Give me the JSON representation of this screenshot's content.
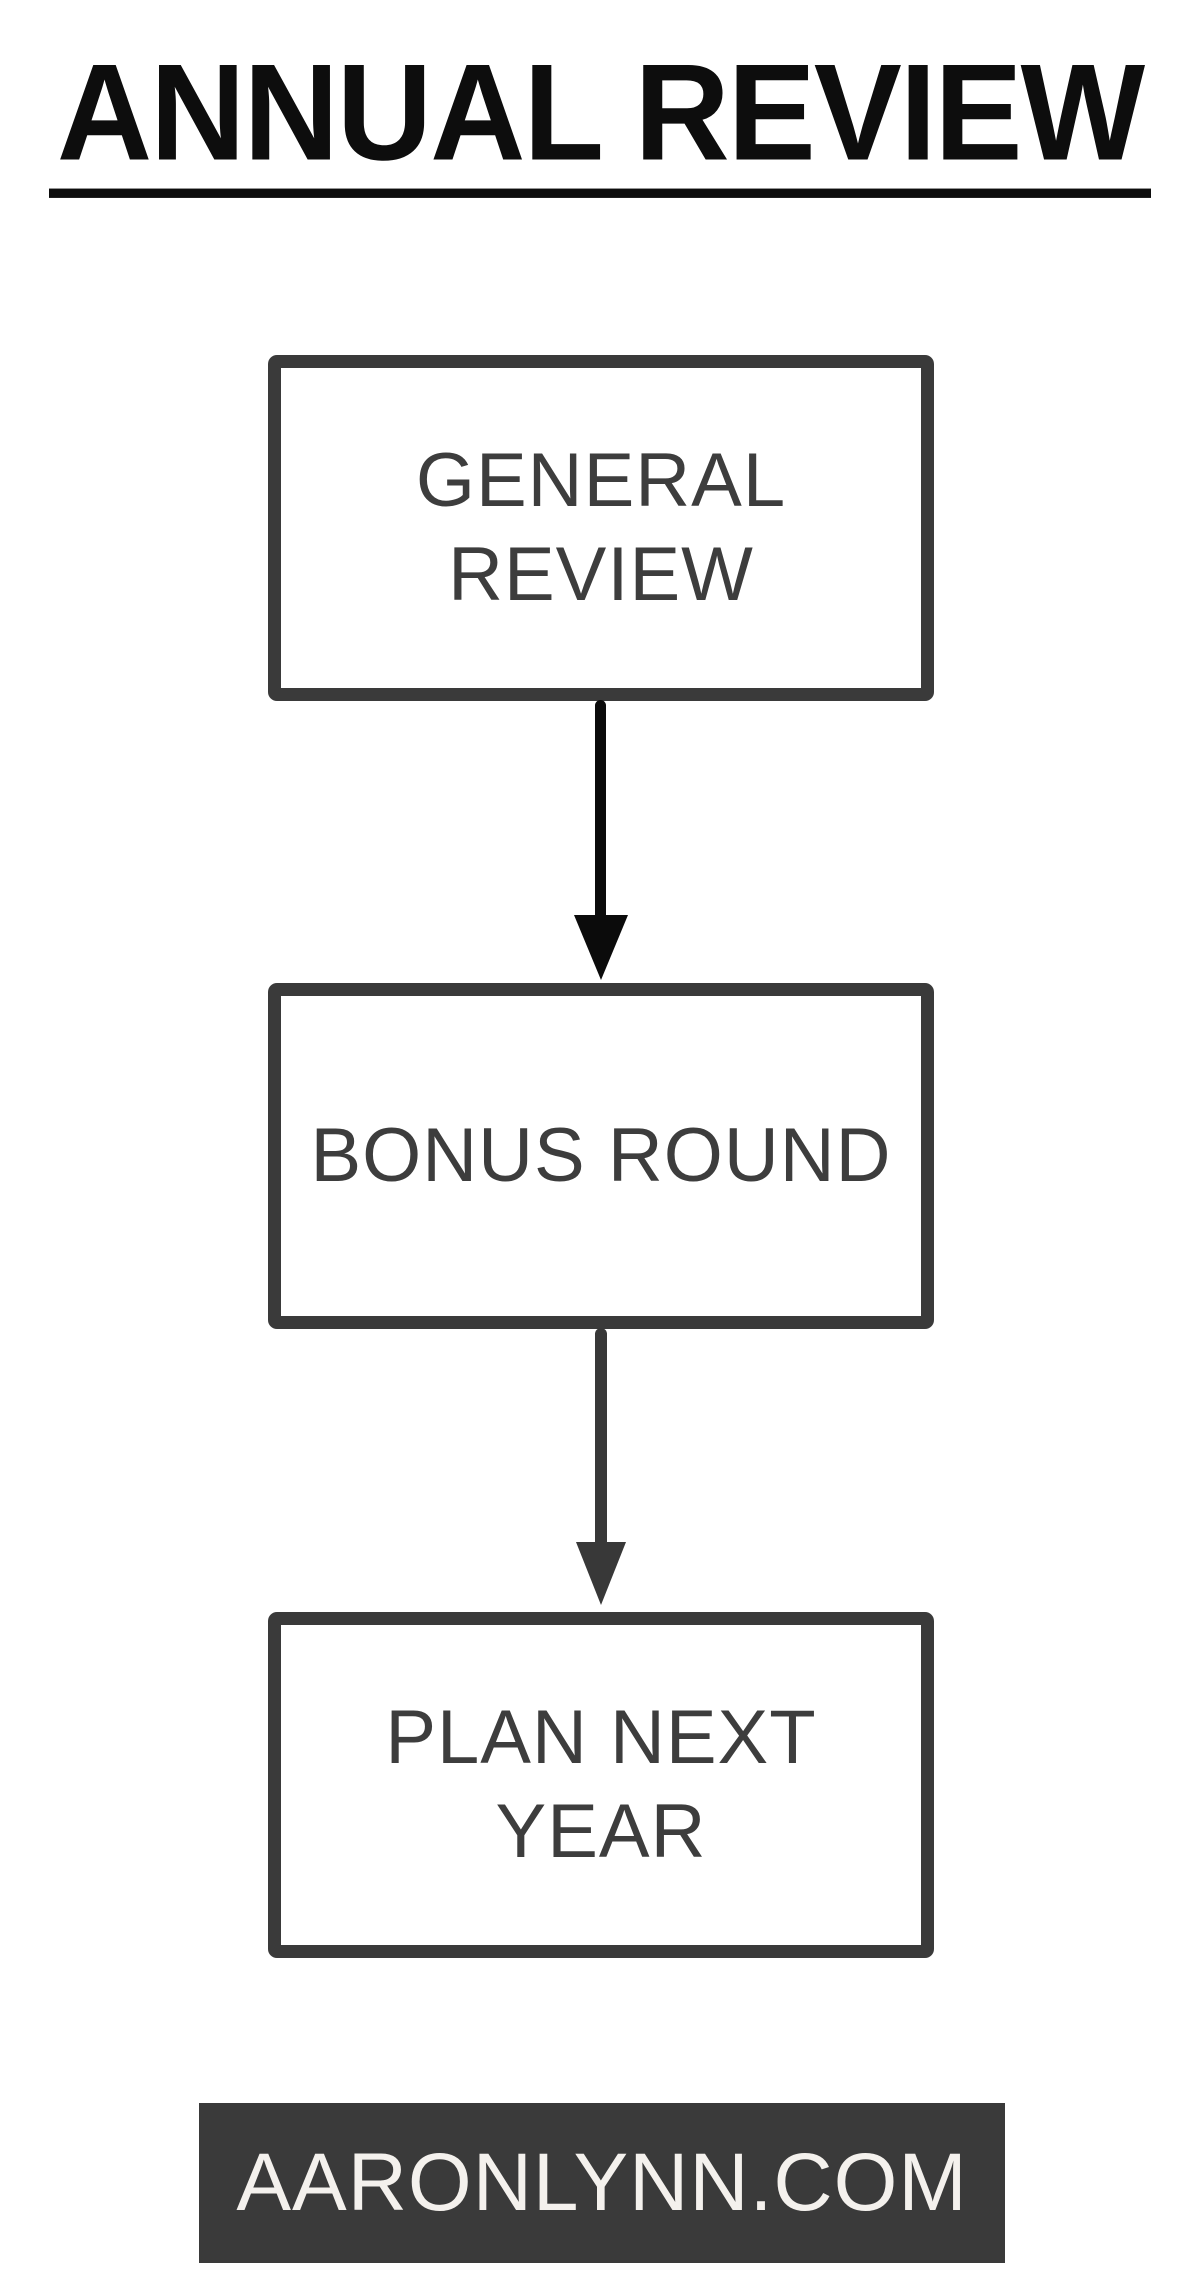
{
  "title": {
    "text": "ANNUAL REVIEW"
  },
  "flowchart": {
    "nodes": [
      {
        "id": "general-review",
        "label": "GENERAL\nREVIEW"
      },
      {
        "id": "bonus-round",
        "label": "BONUS ROUND"
      },
      {
        "id": "plan-next-year",
        "label": "PLAN NEXT\nYEAR"
      }
    ],
    "connectors": [
      {
        "from": "general-review",
        "to": "bonus-round"
      },
      {
        "from": "bonus-round",
        "to": "plan-next-year"
      }
    ]
  },
  "footer": {
    "text": "AARONLYNN.COM"
  },
  "colors": {
    "background": "#ffffff",
    "title_text": "#0d0d0d",
    "box_border": "#3a3a3a",
    "box_text": "#3d3d3d",
    "arrow_primary": "#0b0b0b",
    "arrow_secondary": "#383838",
    "footer_bar": "#3a3a3a",
    "footer_text": "#f4f1ed"
  }
}
